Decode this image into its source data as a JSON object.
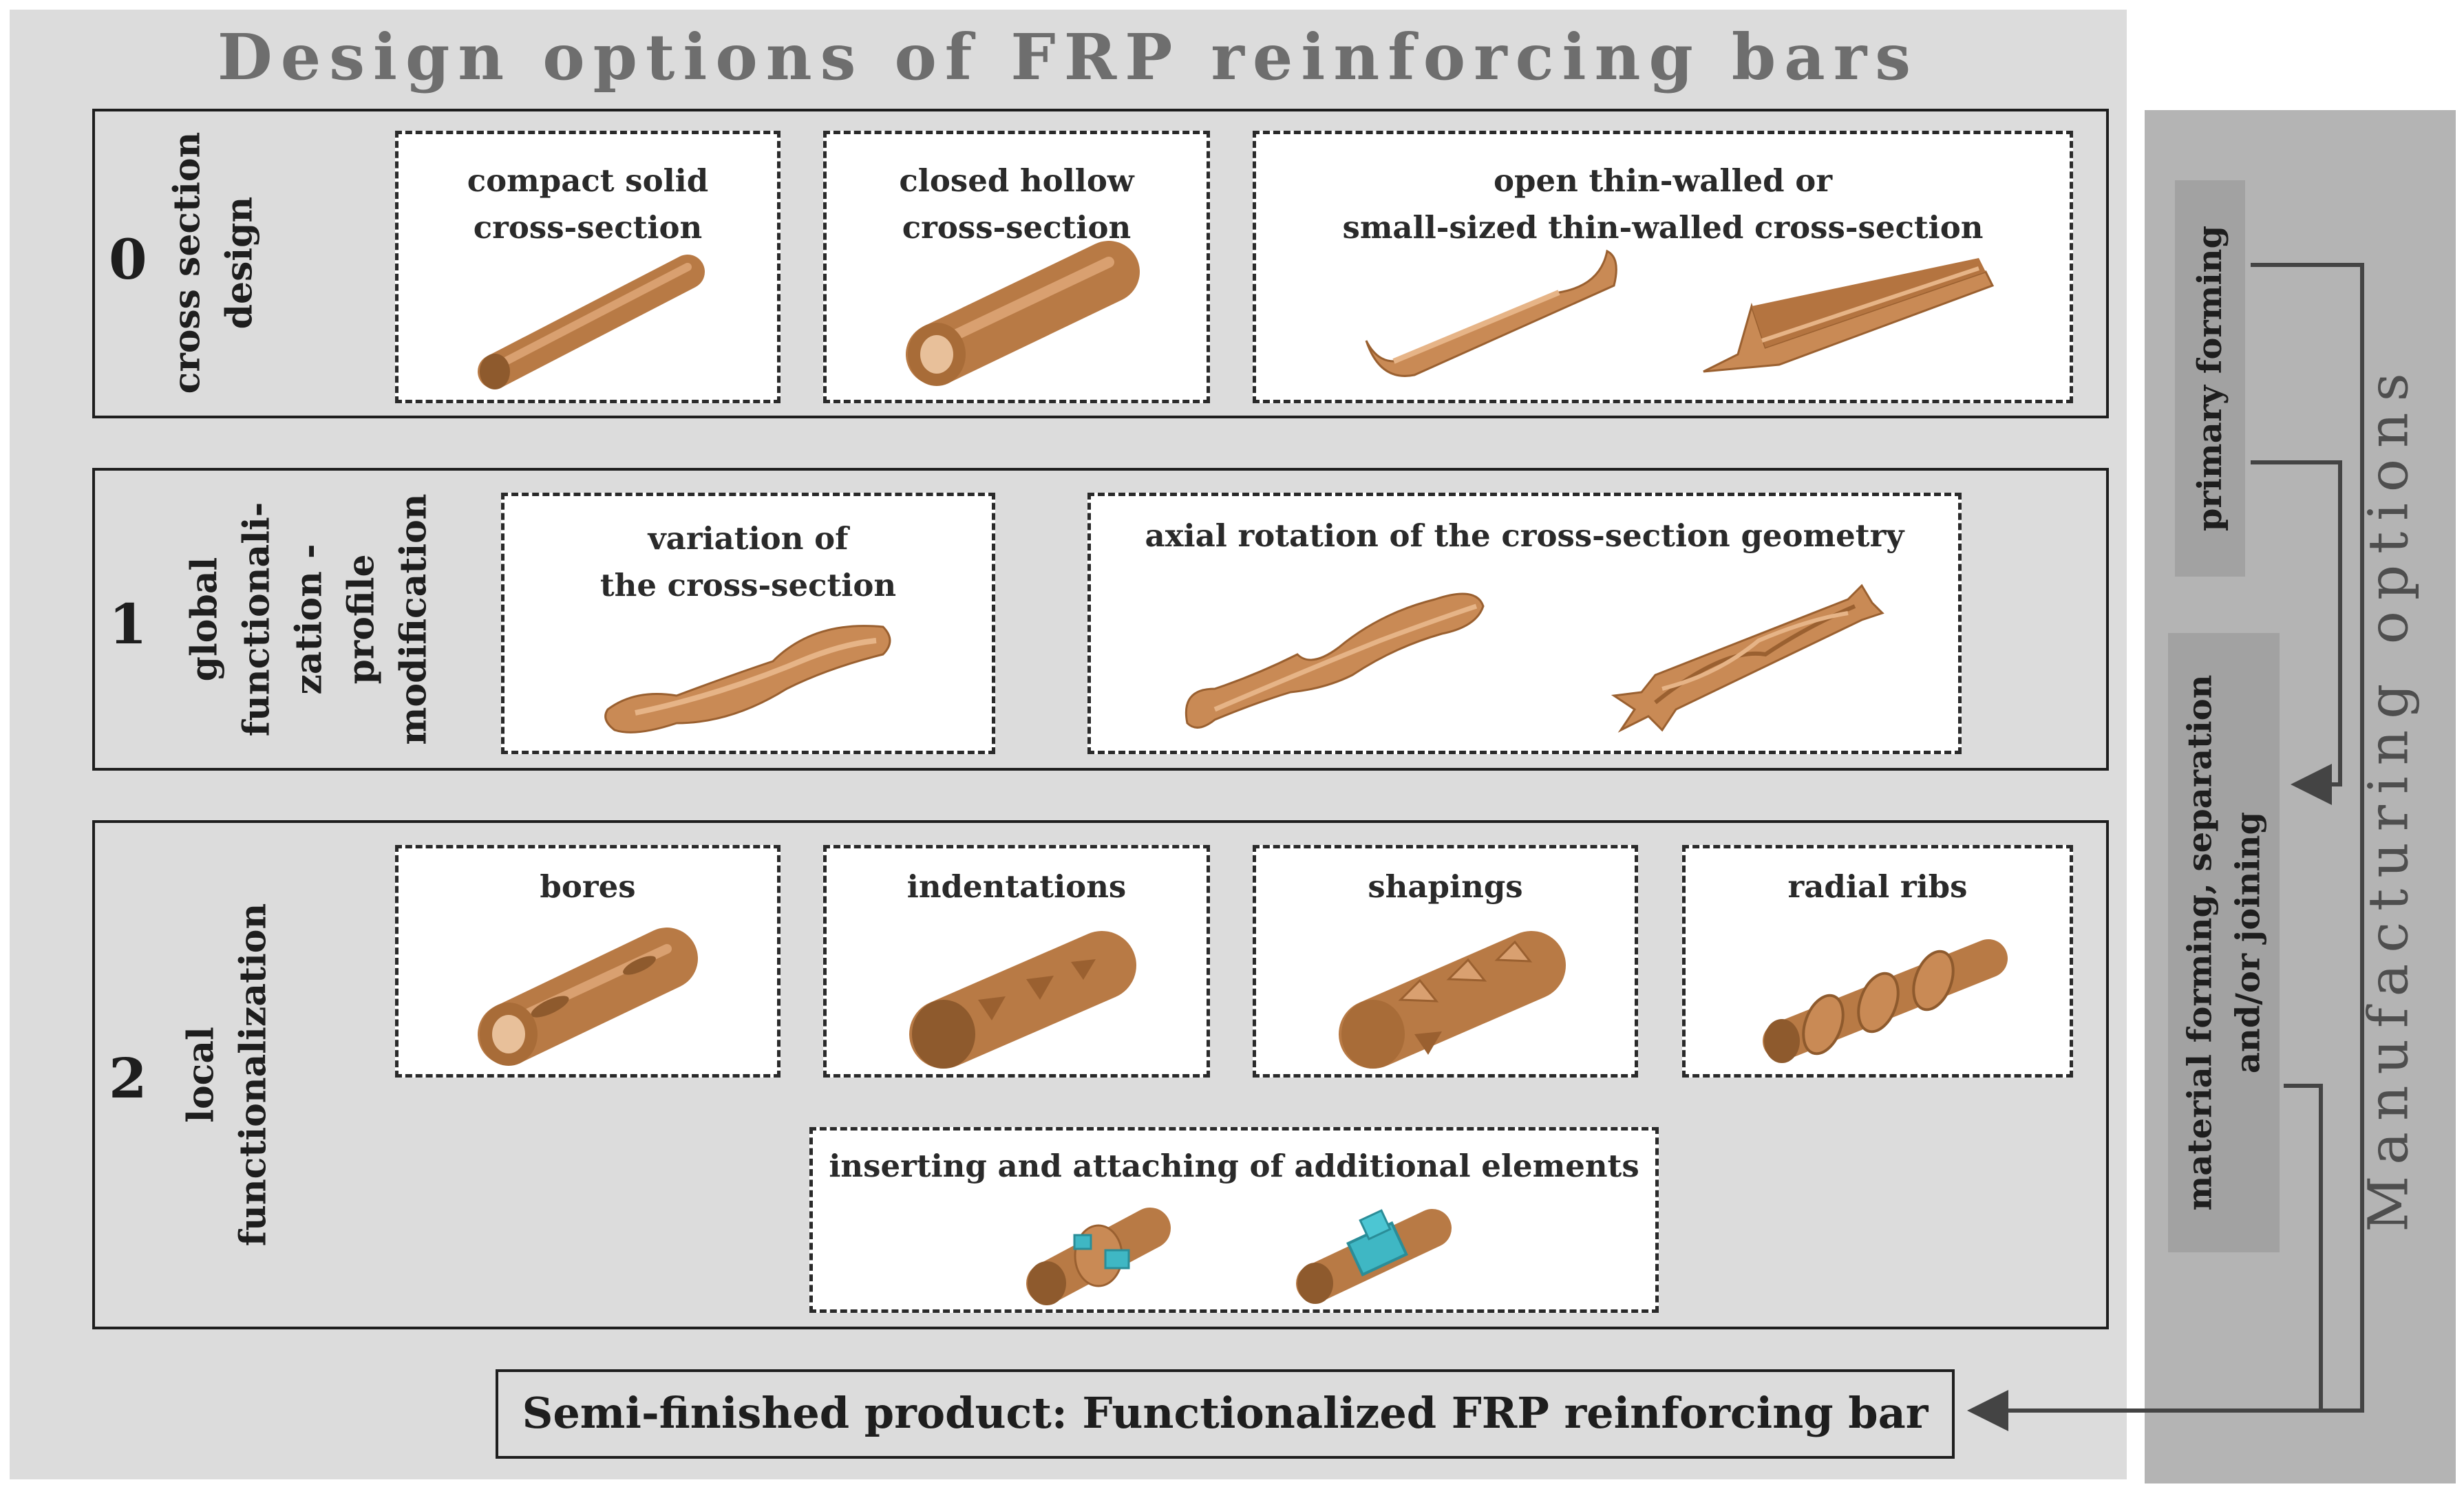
{
  "title": "Design options of FRP reinforcing bars",
  "rows": [
    {
      "number": "0",
      "label_lines": [
        "cross section",
        "design"
      ],
      "cards": [
        {
          "lines": [
            "compact solid",
            "cross-section"
          ]
        },
        {
          "lines": [
            "closed hollow",
            "cross-section"
          ]
        },
        {
          "lines": [
            "open thin-walled or",
            "small-sized thin-walled cross-section"
          ]
        }
      ]
    },
    {
      "number": "1",
      "label_lines": [
        "global",
        "functionali-",
        "zation -",
        "profile",
        "modification"
      ],
      "cards": [
        {
          "lines": [
            "variation of",
            "the cross-section"
          ]
        },
        {
          "lines": [
            "axial rotation of the cross-section geometry"
          ]
        }
      ]
    },
    {
      "number": "2",
      "label_lines": [
        "local",
        "functionalization"
      ],
      "cards": [
        {
          "lines": [
            "bores"
          ]
        },
        {
          "lines": [
            "indentations"
          ]
        },
        {
          "lines": [
            "shapings"
          ]
        },
        {
          "lines": [
            "radial ribs"
          ]
        },
        {
          "lines": [
            "inserting and attaching of additional elements"
          ]
        }
      ]
    }
  ],
  "product": "Semi-finished product: Functionalized FRP reinforcing bar",
  "manufacturing": {
    "title": "Manufacturing options",
    "steps": [
      {
        "lines": [
          "primary forming"
        ]
      },
      {
        "lines": [
          "material forming, separation",
          "and/or joining"
        ]
      }
    ]
  },
  "colors": {
    "panel": "#dcdcdc",
    "manufacturing_panel": "#b4b4b4",
    "bar_fill": "#c98a55",
    "bar_dark": "#9a6030",
    "insert": "#3fb7c4"
  }
}
